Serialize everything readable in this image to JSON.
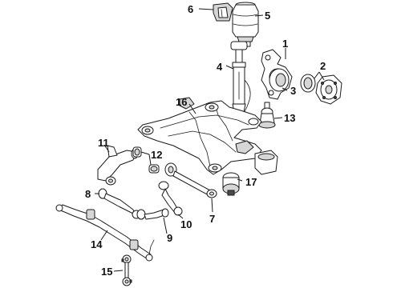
{
  "callouts": {
    "c1": "1",
    "c2": "2",
    "c3": "3",
    "c4": "4",
    "c5": "5",
    "c6": "6",
    "c7": "7",
    "c8": "8",
    "c9": "9",
    "c10": "10",
    "c11": "11",
    "c12": "12",
    "c13": "13",
    "c14": "14",
    "c15": "15",
    "c16": "16",
    "c17": "17"
  },
  "colors": {
    "line": "#1a1a1a",
    "fill": "#ffffff",
    "shade": "#d6d6d6",
    "background": "#ffffff"
  }
}
